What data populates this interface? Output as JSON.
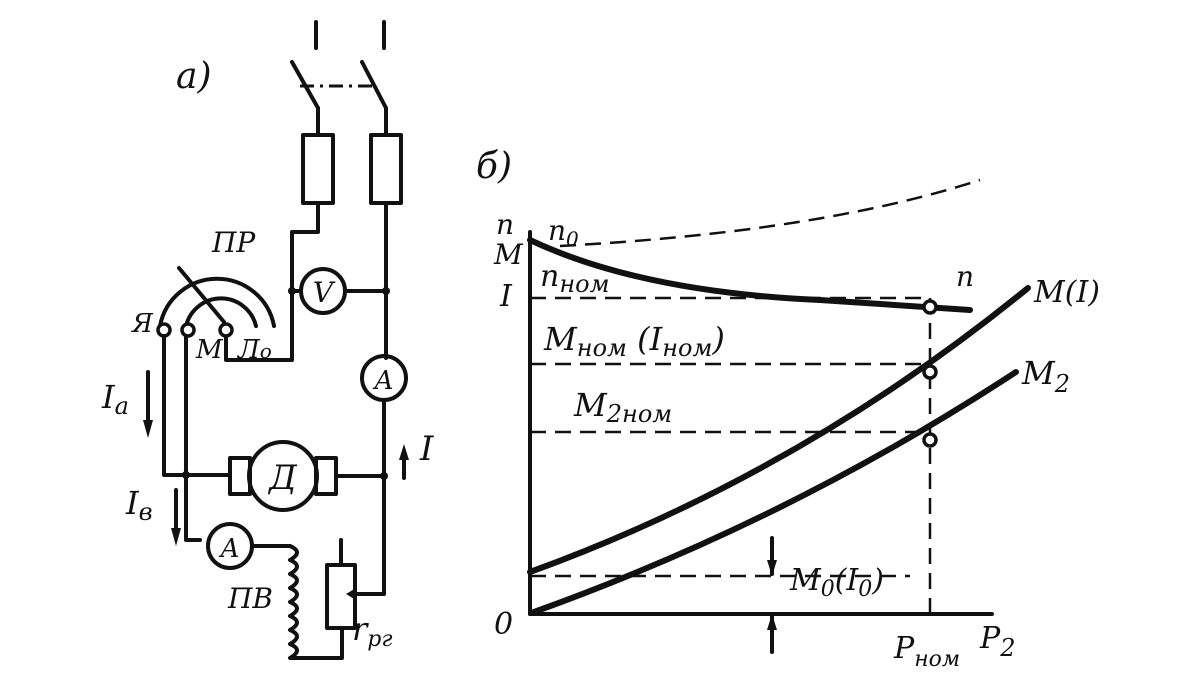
{
  "panel_a": {
    "label": "а)",
    "starter_label": "ПР",
    "terminal_ya": "Я",
    "terminal_m": "М",
    "terminal_lo": "Л",
    "terminal_lo_sub": "о",
    "voltmeter": "V",
    "ammeter_main": "A",
    "ammeter_field": "A",
    "motor": "Д",
    "current_armature": "I",
    "current_armature_sub": "а",
    "current_field": "I",
    "current_field_sub": "в",
    "current_total": "I",
    "field_winding": "ПВ",
    "rheostat": "r",
    "rheostat_sub": "рг"
  },
  "panel_b": {
    "label": "б)",
    "axis_n": "n",
    "axis_m": "M",
    "axis_i": "I",
    "origin": "0",
    "n0": "n",
    "n0_sub": "0",
    "n_nom": "n",
    "n_nom_sub": "ном",
    "m_nom": "M",
    "m_nom_sub": "ном",
    "m_nom_paren_open": " (I",
    "m_nom_paren_sub": "ном",
    "m_nom_paren_close": ")",
    "m2_nom": "M",
    "m2_nom_sub": "2ном",
    "m0": "M",
    "m0_sub": "0",
    "m0_paren_open": "(I",
    "m0_paren_sub": "0",
    "m0_paren_close": ")",
    "curve_n": "n",
    "curve_m": "M(I)",
    "curve_m2": "M",
    "curve_m2_sub": "2",
    "p_nom": "P",
    "p_nom_sub": "ном",
    "p2": "P",
    "p2_sub": "2"
  }
}
